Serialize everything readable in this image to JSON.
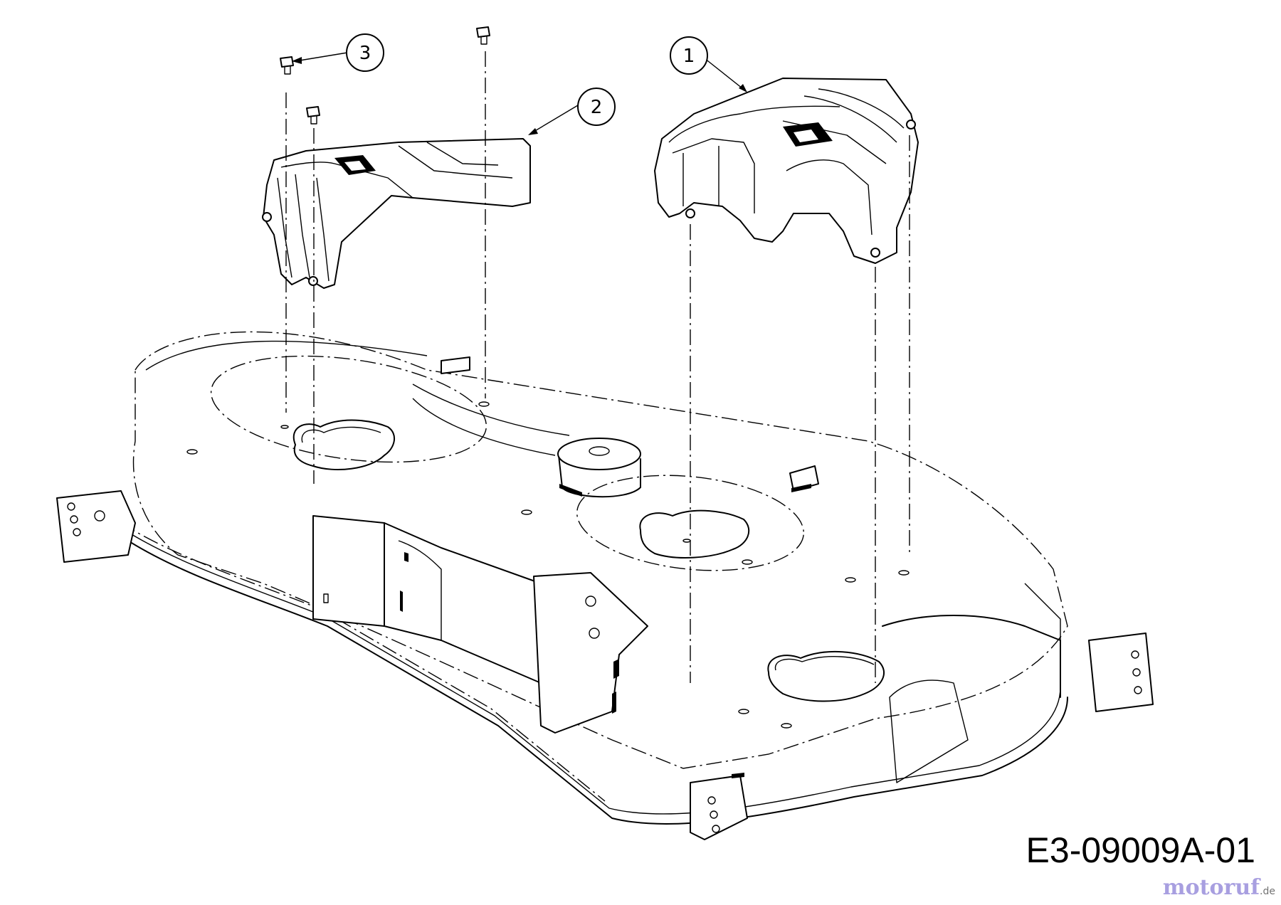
{
  "diagram": {
    "callouts": [
      {
        "id": "1",
        "label": "1"
      },
      {
        "id": "2",
        "label": "2"
      },
      {
        "id": "3",
        "label": "3"
      }
    ],
    "drawing_code": "E3-09009A-01",
    "watermark": {
      "brand": "motoruf",
      "domain": ".de"
    }
  }
}
